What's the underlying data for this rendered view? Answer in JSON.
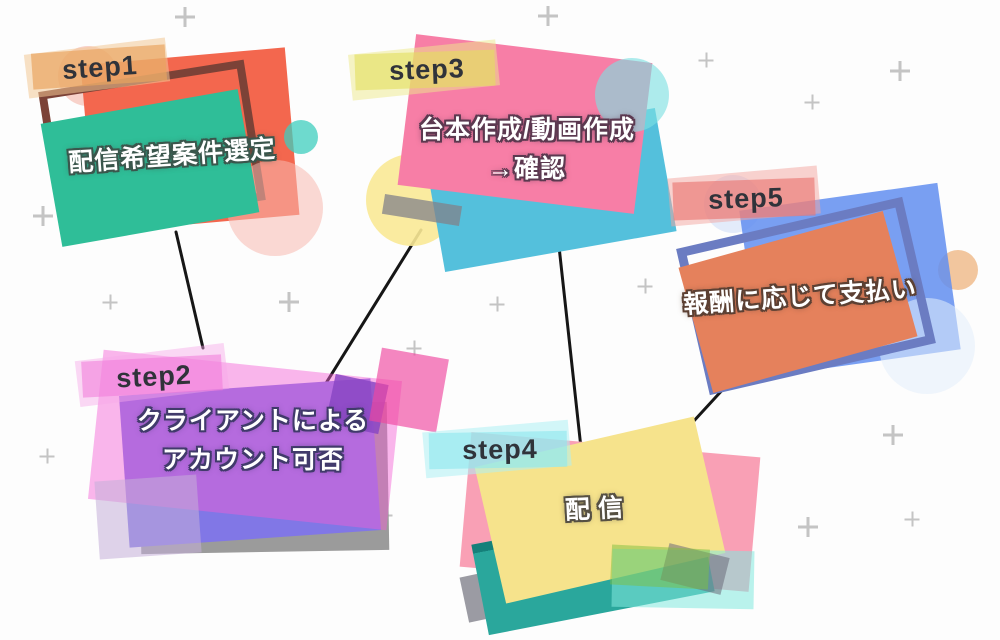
{
  "steps": [
    {
      "badge": "step1",
      "title": "配信希望案件選定"
    },
    {
      "badge": "step2",
      "title": "クライアントによる",
      "title2": "アカウント可否"
    },
    {
      "badge": "step3",
      "title": "台本作成/動画作成",
      "title2": "→確認"
    },
    {
      "badge": "step4",
      "title": "配信"
    },
    {
      "badge": "step5",
      "title": "報酬に応じて支払い"
    }
  ],
  "palette": {
    "step1_card": "#2FBE98",
    "step1_back": "#F3674E",
    "step1_frame": "#7C4237",
    "step1_badge": "#E9A45E",
    "step2_card": "#8177E6",
    "step2_back": "#F35DD4",
    "step2_shadow": "#9B9B9B",
    "step2_badge": "#F078D8",
    "step3_card": "#F77EA6",
    "step3_back": "#54C0DC",
    "step3_badge": "#E4DE5F",
    "step4_card": "#F6E38C",
    "step4_back": "#F9A0B5",
    "step4_teal": "#2AA79C",
    "step4_badge": "#8CE8EE",
    "step5_card": "#E5815C",
    "step5_back": "#618EF0",
    "step5_frame": "#6B7CC2",
    "step5_badge": "#E97873",
    "connector": "#161616",
    "plus_marks": "#C4C4C4",
    "background": "#FDFDFD"
  }
}
